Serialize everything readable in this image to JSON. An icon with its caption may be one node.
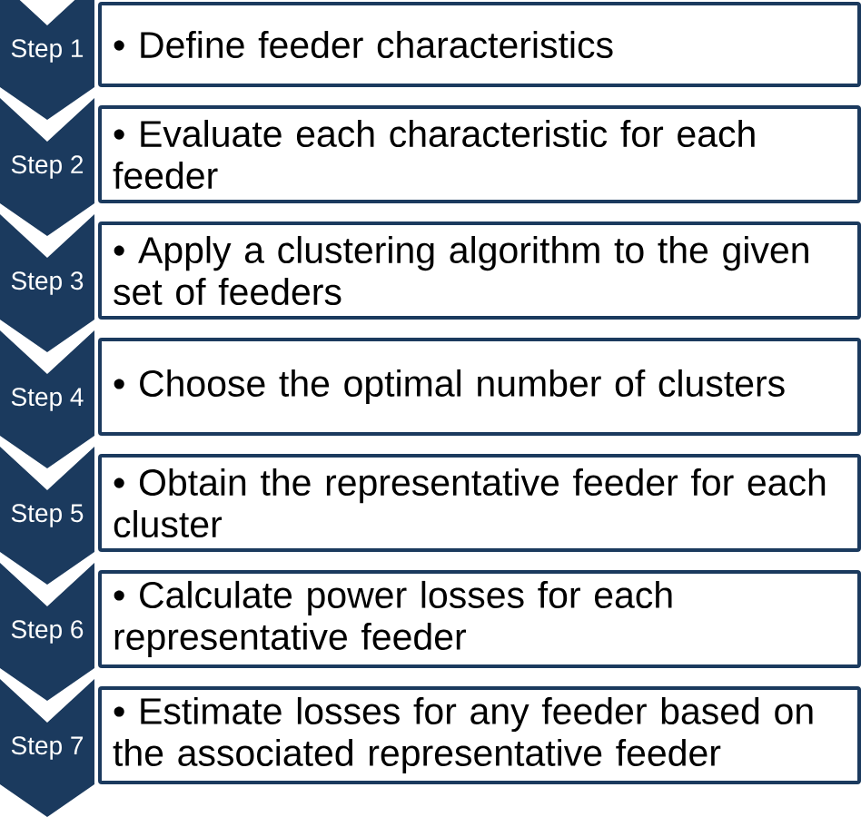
{
  "diagram": {
    "nodes": [
      {
        "text": [
          "Step 1"
        ]
      },
      {
        "text": [
          "• Define feeder characteristics"
        ]
      },
      {
        "text": [
          "Step 2"
        ]
      },
      {
        "text": [
          "• Evaluate each characteristic for each feeder"
        ]
      },
      {
        "text": [
          "Step 3"
        ]
      },
      {
        "text": [
          "• Apply a clustering algorithm to the given set of feeders"
        ]
      },
      {
        "text": [
          "Step 4"
        ]
      },
      {
        "text": [
          "• Choose the optimal number of clusters"
        ]
      },
      {
        "text": [
          "Step 5"
        ]
      },
      {
        "text": [
          "• Obtain the representative feeder for each cluster"
        ]
      },
      {
        "text": [
          "Step 6"
        ]
      },
      {
        "text": [
          "• Calculate power losses for each representative feeder"
        ]
      },
      {
        "text": [
          "Step 7"
        ]
      },
      {
        "text": [
          "• Estimate losses for any feeder based on the associated representative feeder"
        ]
      }
    ]
  }
}
